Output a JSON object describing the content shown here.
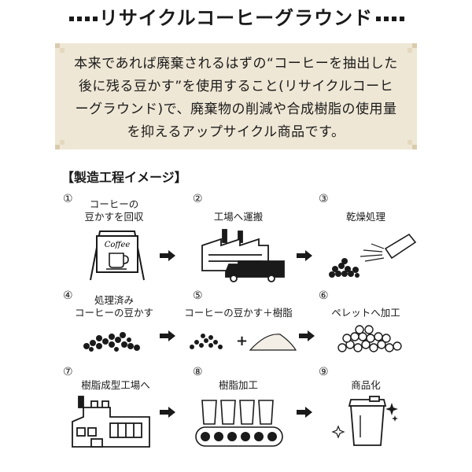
{
  "title": "リサイクルコーヒーグラウンド",
  "description": "本来であれば廃棄されるはずの“コーヒーを抽出した後に残る豆かす”を使用すること(リサイクルコーヒーグラウンド)で、廃棄物の削減や合成樹脂の使用量を抑えるアップサイクル商品です。",
  "section_heading": "【製造工程イメージ】",
  "colors": {
    "box_bg": "#efe7d5",
    "ink": "#1a1a1a"
  },
  "steps": [
    {
      "num": "①",
      "label_line1": "コーヒーの",
      "label_line2": "豆かすを回収",
      "icon": "coffee-sign-icon",
      "sign_text": "Coffee"
    },
    {
      "num": "②",
      "label_line1": "工場へ運搬",
      "label_line2": "",
      "icon": "factory-truck-icon"
    },
    {
      "num": "③",
      "label_line1": "乾燥処理",
      "label_line2": "",
      "icon": "spray-drying-icon"
    },
    {
      "num": "④",
      "label_line1": "処理済み",
      "label_line2": "コーヒーの豆かす",
      "icon": "coffee-grounds-icon"
    },
    {
      "num": "⑤",
      "label_line1": "コーヒーの豆かす＋樹脂",
      "label_line2": "",
      "icon": "grounds-plus-resin-icon"
    },
    {
      "num": "⑥",
      "label_line1": "ペレットへ加工",
      "label_line2": "",
      "icon": "pellets-icon"
    },
    {
      "num": "⑦",
      "label_line1": "樹脂成型工場へ",
      "label_line2": "",
      "icon": "molding-factory-icon"
    },
    {
      "num": "⑧",
      "label_line1": "樹脂加工",
      "label_line2": "",
      "icon": "conveyor-cups-icon"
    },
    {
      "num": "⑨",
      "label_line1": "商品化",
      "label_line2": "",
      "icon": "tumbler-icon"
    }
  ]
}
